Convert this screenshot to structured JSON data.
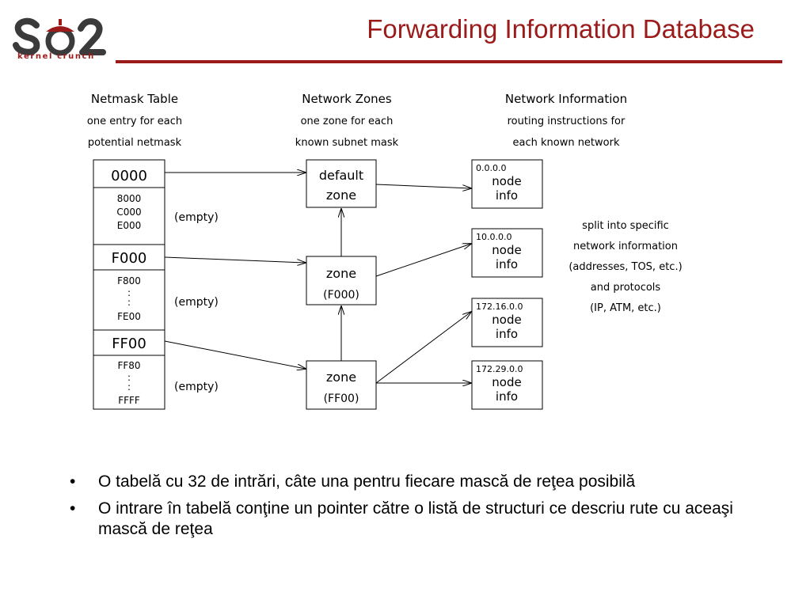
{
  "header": {
    "title": "Forwarding Information Database",
    "logo_text": "kernel crunch",
    "logo_mark": "so2",
    "colors": {
      "accent": "#9b1b1b"
    }
  },
  "diagram": {
    "columns": [
      {
        "heading": "Netmask Table",
        "sub1": "one entry for each",
        "sub2": "potential netmask"
      },
      {
        "heading": "Network Zones",
        "sub1": "one zone for each",
        "sub2": "known subnet mask"
      },
      {
        "heading": "Network Information",
        "sub1": "routing instructions for",
        "sub2": "each known network"
      }
    ],
    "netmask_table": {
      "entry1": "0000",
      "gap1": [
        "8000",
        "C000",
        "E000"
      ],
      "entry2": "F000",
      "gap2_top": "F800",
      "gap2_bottom": "FE00",
      "entry3": "FF00",
      "gap3_top": "FF80",
      "gap3_bottom": "FFFF",
      "ellipsis": ":"
    },
    "empty_label": "(empty)",
    "zones": [
      {
        "line1": "default",
        "line2": "zone"
      },
      {
        "line1": "zone",
        "line2": "(F000)"
      },
      {
        "line1": "zone",
        "line2": "(FF00)"
      }
    ],
    "nodes": [
      {
        "address": "0.0.0.0",
        "line1": "node",
        "line2": "info"
      },
      {
        "address": "10.0.0.0",
        "line1": "node",
        "line2": "info"
      },
      {
        "address": "172.16.0.0",
        "line1": "node",
        "line2": "info"
      },
      {
        "address": "172.29.0.0",
        "line1": "node",
        "line2": "info"
      }
    ],
    "note": [
      "split into specific",
      "network information",
      "(addresses, TOS, etc.)",
      "and protocols",
      "(IP, ATM, etc.)"
    ]
  },
  "bullets": {
    "marker": "•",
    "items": [
      "O tabelă cu 32 de intrări, câte una pentru fiecare mască de reţea posibilă",
      "O intrare în tabelă conţine un pointer către o listă de structuri ce descriu rute cu aceaşi mască de reţea"
    ]
  }
}
